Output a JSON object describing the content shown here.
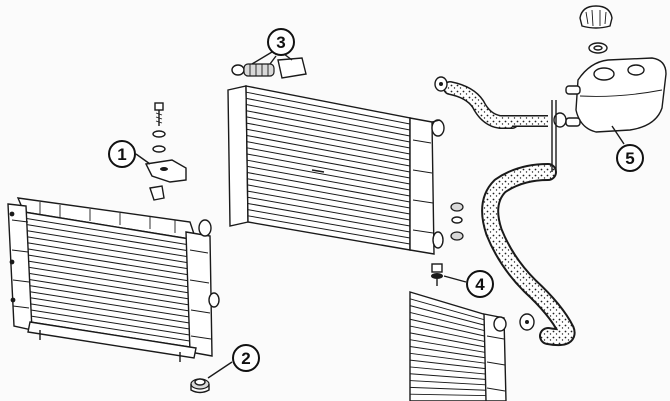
{
  "diagram": {
    "callouts": [
      {
        "id": 1,
        "label": "1",
        "part": "bracket"
      },
      {
        "id": 2,
        "label": "2",
        "part": "bottom-mount"
      },
      {
        "id": 3,
        "label": "3",
        "part": "top-mount"
      },
      {
        "id": 4,
        "label": "4",
        "part": "drain-plug"
      },
      {
        "id": 5,
        "label": "5",
        "part": "expansion-tank"
      }
    ]
  }
}
